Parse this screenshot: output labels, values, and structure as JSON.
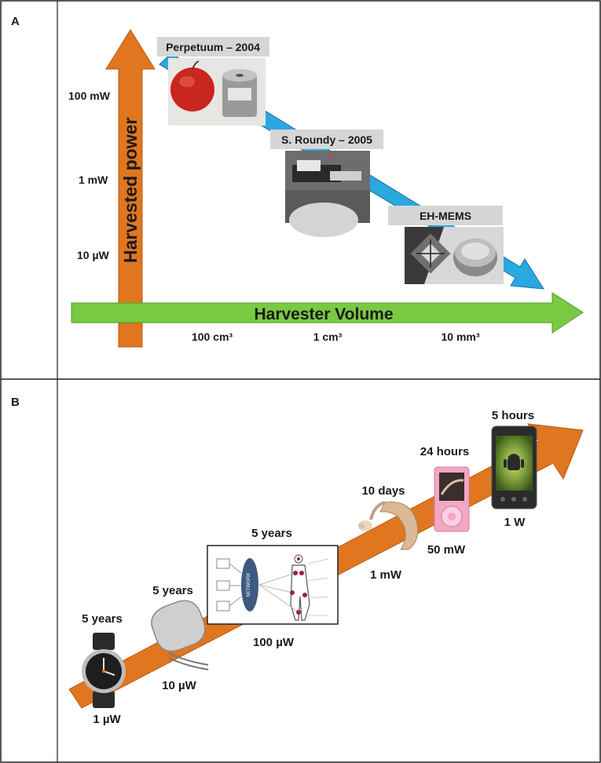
{
  "panel_a": {
    "letter": "A",
    "y_axis_title": "Harvested power",
    "x_axis_title": "Harvester Volume",
    "y_ticks": [
      "100 mW",
      "1 mW",
      "10 µW"
    ],
    "x_ticks": [
      "100 cm³",
      "1 cm³",
      "10 mm³"
    ],
    "milestones": [
      {
        "label": "Perpetuum – 2004"
      },
      {
        "label": "S. Roundy – 2005"
      },
      {
        "label": "EH-MEMS"
      }
    ],
    "colors": {
      "power_arrow": "#e0761f",
      "volume_arrow": "#7ac943",
      "trend_arrow": "#29a9e0"
    }
  },
  "panel_b": {
    "letter": "B",
    "devices": [
      {
        "icon": "wristwatch-icon",
        "lifetime": "5 years",
        "power": "1 µW"
      },
      {
        "icon": "pacemaker-icon",
        "lifetime": "5 years",
        "power": "10 µW"
      },
      {
        "icon": "body-sensor-network-icon",
        "lifetime": "5 years",
        "power": "100 µW",
        "network_label": "NETWORK"
      },
      {
        "icon": "hearing-aid-icon",
        "lifetime": "10 days",
        "power": "1 mW"
      },
      {
        "icon": "mp3-player-icon",
        "lifetime": "24 hours",
        "power": "50 mW"
      },
      {
        "icon": "smartphone-icon",
        "lifetime": "5 hours",
        "power": "1 W"
      }
    ],
    "colors": {
      "trend_arrow": "#e0761f"
    }
  }
}
